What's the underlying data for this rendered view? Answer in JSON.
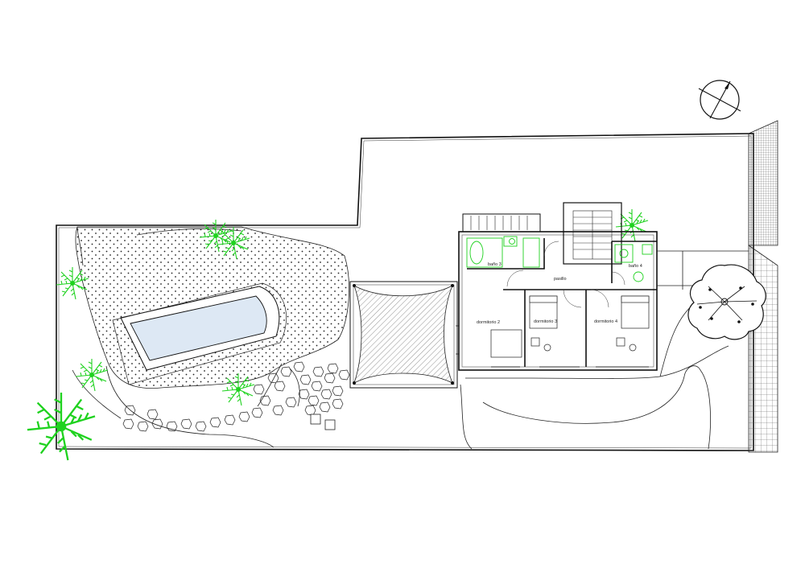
{
  "drawing": {
    "rooms": [
      {
        "id": "bano3",
        "label": "baño 3"
      },
      {
        "id": "bano4",
        "label": "baño 4"
      },
      {
        "id": "pasillo",
        "label": "pasillo"
      },
      {
        "id": "dormitorio2",
        "label": "dormitorio 2"
      },
      {
        "id": "dormitorio3",
        "label": "dormitorio 3"
      },
      {
        "id": "dormitorio4",
        "label": "dormitorio 4"
      }
    ],
    "symbols": {
      "north_arrow": "north-arrow-icon",
      "palm": "palm-tree-icon",
      "tree": "tree-icon",
      "stair": "staircase-icon"
    },
    "colors": {
      "line": "#111111",
      "vegetation": "#1fd21f",
      "pool_water": "#dde8f4",
      "fixtures": "#1fd21f"
    }
  }
}
